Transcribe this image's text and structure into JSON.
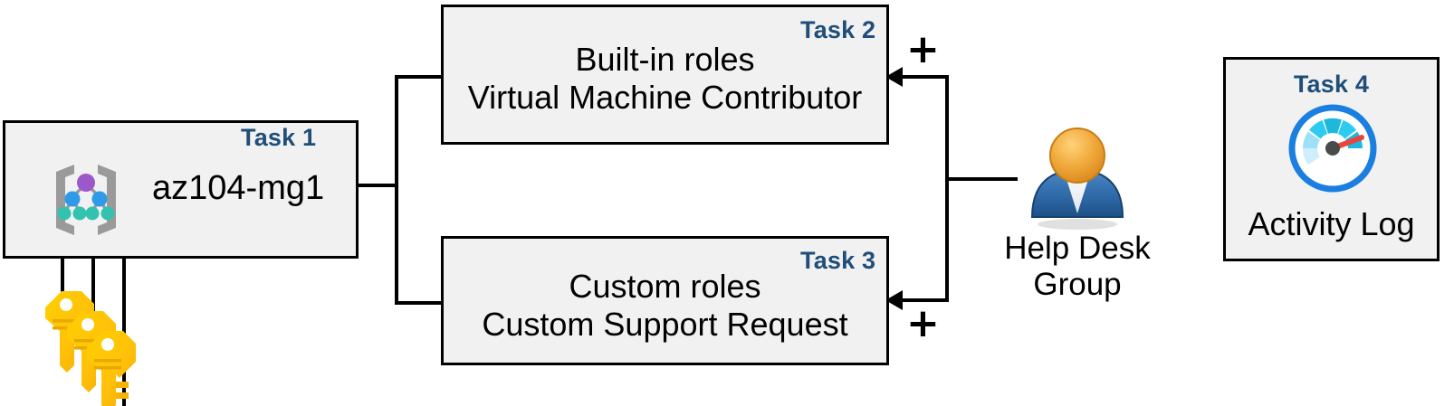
{
  "diagram": {
    "title": "Azure RBAC task diagram",
    "accent_color": "#1f4e79",
    "box_fill": "#f1f1f1",
    "box_border": "#000000",
    "nodes": [
      {
        "id": "task1",
        "task_label": "Task 1",
        "text": "az104-mg1",
        "icon": "management-group-icon"
      },
      {
        "id": "task2",
        "task_label": "Task 2",
        "line1": "Built-in roles",
        "line2": "Virtual Machine Contributor"
      },
      {
        "id": "task3",
        "task_label": "Task 3",
        "line1": "Custom roles",
        "line2": "Custom Support Request"
      },
      {
        "id": "task4",
        "task_label": "Task 4",
        "text": "Activity Log",
        "icon": "activity-log-gauge-icon"
      }
    ],
    "actor": {
      "id": "help-desk-group",
      "line1": "Help Desk",
      "line2": "Group",
      "icon": "user-group-icon"
    },
    "keys": {
      "id": "keys",
      "icon": "keys-icon",
      "count": 3
    },
    "operators": {
      "plus_top": "+",
      "plus_bottom": "+"
    }
  }
}
